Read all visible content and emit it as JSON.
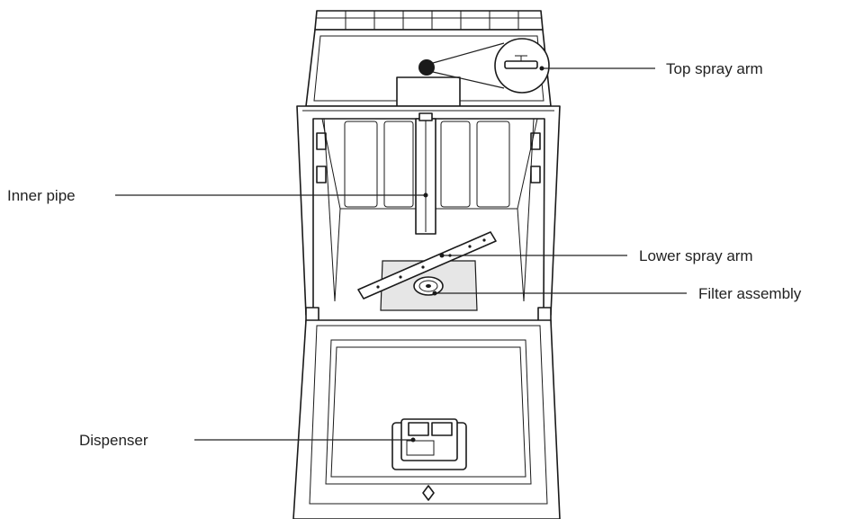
{
  "labels": {
    "top_spray_arm": "Top spray arm",
    "inner_pipe": "Inner pipe",
    "lower_spray_arm": "Lower spray arm",
    "filter_assembly": "Filter assembly",
    "dispenser": "Dispenser"
  }
}
